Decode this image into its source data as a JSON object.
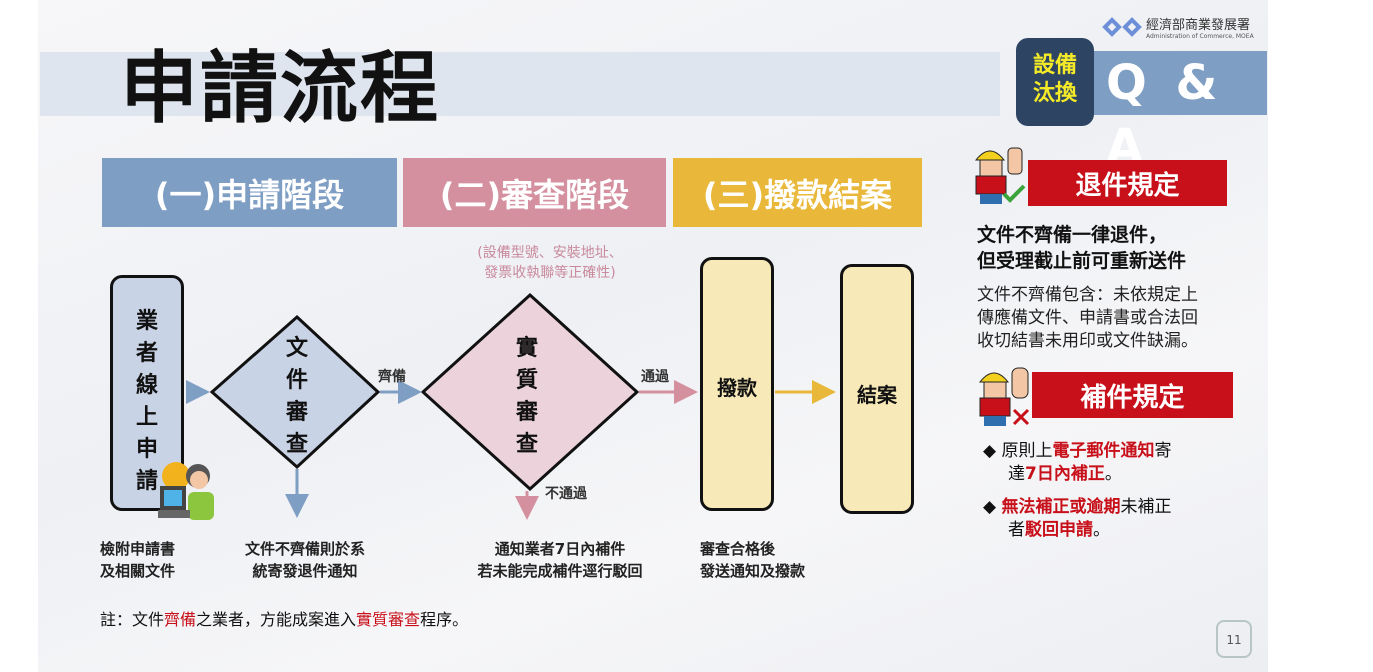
{
  "title": "申請流程",
  "logo": {
    "name": "經濟部商業發展署",
    "sub": "Administration of Commerce, MOEA"
  },
  "tag": {
    "line1": "設備",
    "line2": "汰換",
    "qa": "Q & A"
  },
  "stages": [
    "(一)申請階段",
    "(二)審查階段",
    "(三)撥款結案"
  ],
  "review_note": {
    "line1": "(設備型號、安裝地址、",
    "line2": "發票收執聯等正確性)"
  },
  "flow": {
    "apply": [
      "業",
      "者",
      "線",
      "上",
      "申",
      "請"
    ],
    "doc_review": [
      "文",
      "件",
      "審",
      "查"
    ],
    "substantive_review": [
      "實",
      "質",
      "審",
      "查"
    ],
    "pass_doc": "齊備",
    "pass": "通過",
    "fail": "不通過",
    "payment": "撥款",
    "close": "結案"
  },
  "captions": {
    "c1": [
      "檢附申請書",
      "及相關文件"
    ],
    "c2": [
      "文件不齊備則於系",
      "統寄發退件通知"
    ],
    "c3": [
      "通知業者7日內補件",
      "若未能完成補件逕行駁回"
    ],
    "c4": [
      "審查合格後",
      "發送通知及撥款"
    ]
  },
  "note": {
    "a": "註：文件",
    "b": "齊備",
    "c": "之業者，方能成案進入",
    "d": "實質審查",
    "e": "程序。"
  },
  "return_rule": {
    "header": "退件規定",
    "bold1": "文件不齊備一律退件，",
    "bold2": "但受理截止前可重新送件",
    "body": [
      "文件不齊備包含：未依規定上",
      "傳應備文件、申請書或合法回",
      "收切結書未用印或文件缺漏。"
    ]
  },
  "supplement_rule": {
    "header": "補件規定",
    "b1": {
      "a": "原則上",
      "b": "電子郵件通知",
      "c": "寄",
      "d": "達",
      "e": "7日內補正",
      "f": "。"
    },
    "b2": {
      "a": "無法補正或逾期",
      "b": "未補正",
      "c": "者",
      "d": "駁回申請",
      "e": "。"
    }
  },
  "page_number": "11",
  "colors": {
    "blue": "#7f9ec4",
    "pink": "#d4909f",
    "yellow": "#e9b83a",
    "red": "#c8101a"
  }
}
